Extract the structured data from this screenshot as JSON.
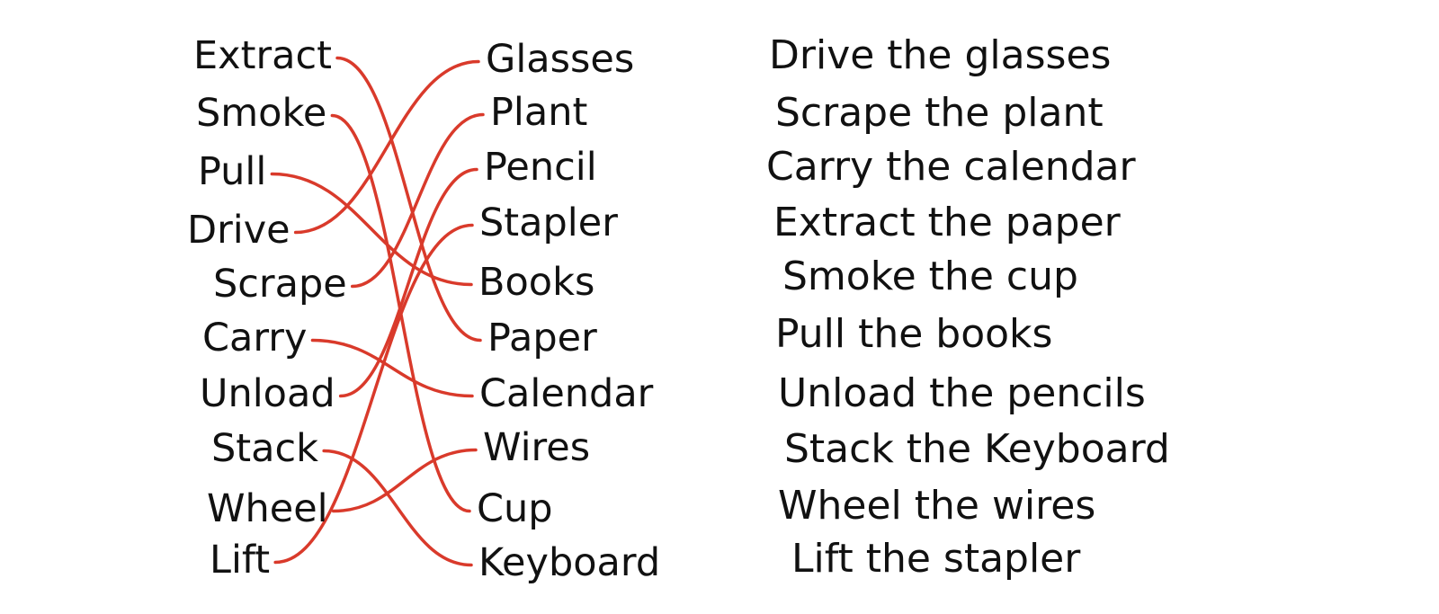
{
  "colors": {
    "ink": "#111111",
    "link": "#d93a2b",
    "background": "#ffffff"
  },
  "verbs": [
    "Extract",
    "Smoke",
    "Pull",
    "Drive",
    "Scrape",
    "Carry",
    "Unload",
    "Stack",
    "Wheel",
    "Lift"
  ],
  "nouns": [
    "Glasses",
    "Plant",
    "Pencil",
    "Stapler",
    "Books",
    "Paper",
    "Calendar",
    "Wires",
    "Cup",
    "Keyboard"
  ],
  "links": [
    {
      "verb": 0,
      "noun": 5
    },
    {
      "verb": 1,
      "noun": 8
    },
    {
      "verb": 2,
      "noun": 4
    },
    {
      "verb": 3,
      "noun": 0
    },
    {
      "verb": 4,
      "noun": 1
    },
    {
      "verb": 5,
      "noun": 6
    },
    {
      "verb": 6,
      "noun": 2
    },
    {
      "verb": 7,
      "noun": 9
    },
    {
      "verb": 8,
      "noun": 7
    },
    {
      "verb": 9,
      "noun": 3
    }
  ],
  "phrases": [
    "Drive the glasses",
    "Scrape the plant",
    "Carry the calendar",
    "Extract the paper",
    "Smoke the cup",
    "Pull the books",
    "Unload the pencils",
    "Stack the Keyboard",
    "Wheel the wires",
    "Lift the stapler"
  ]
}
